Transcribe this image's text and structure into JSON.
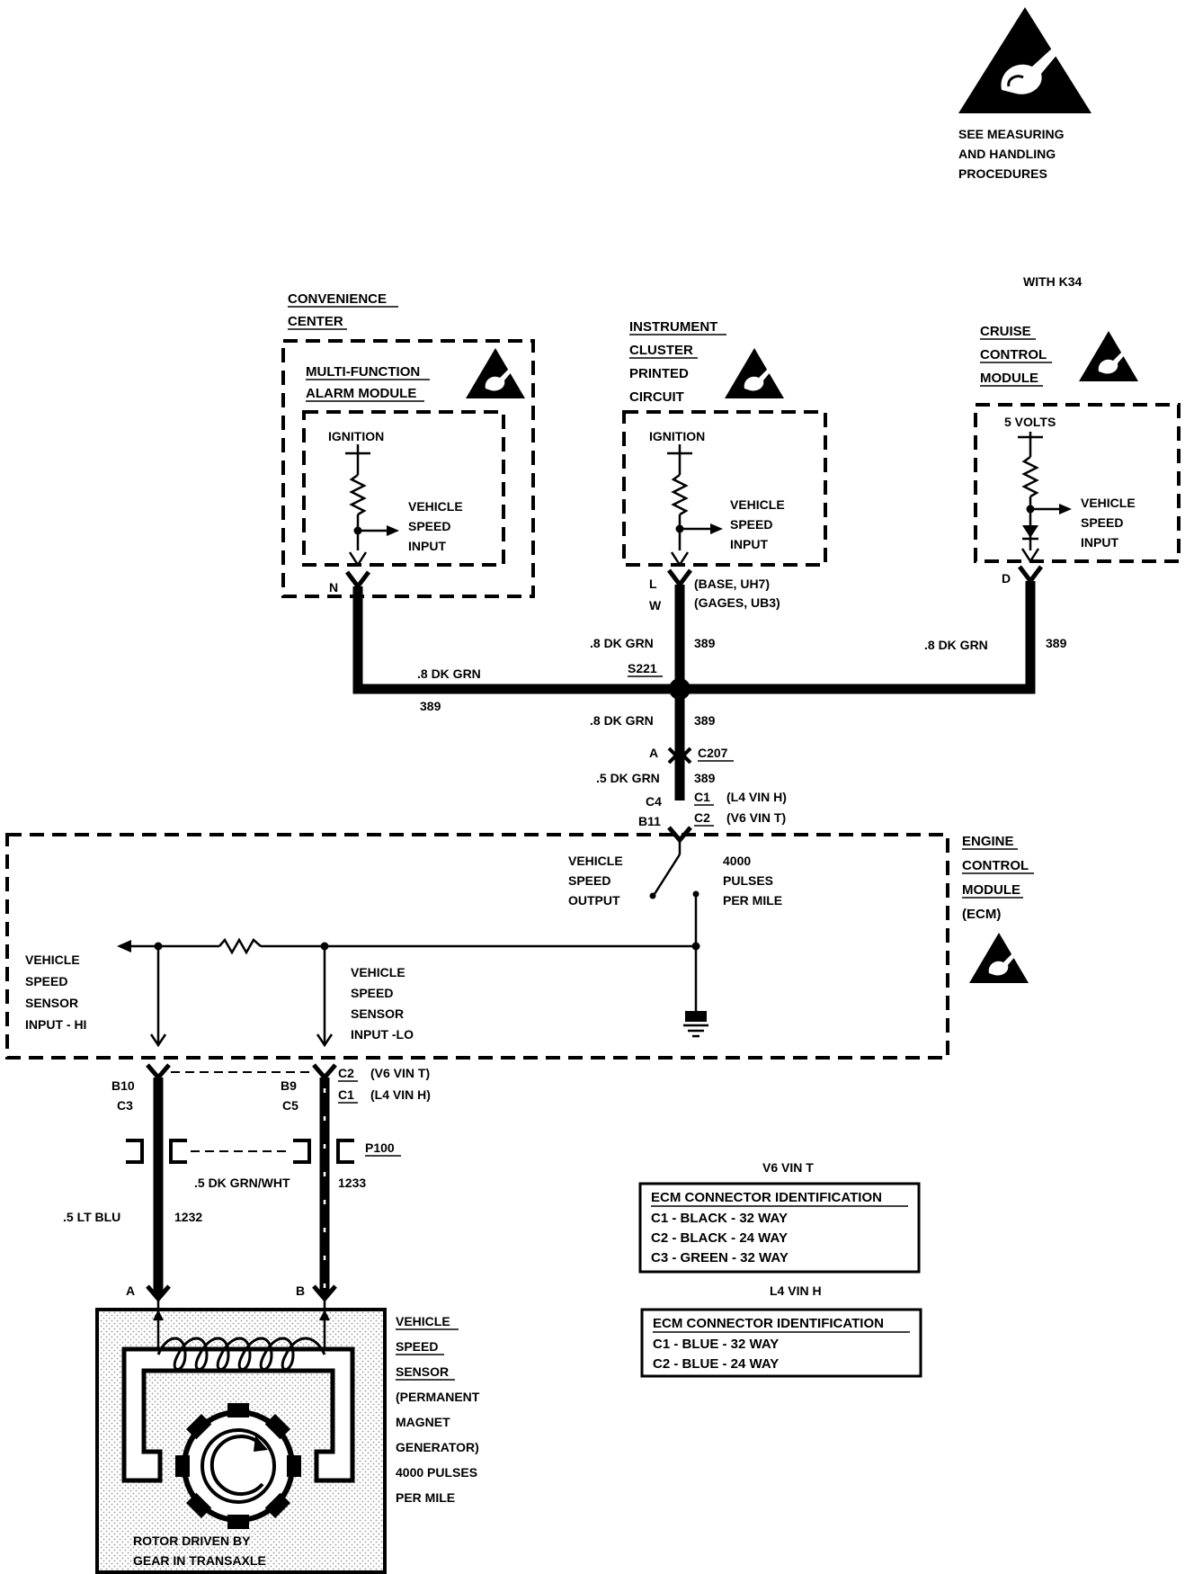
{
  "esd_note": {
    "line1": "SEE MEASURING",
    "line2": "AND HANDLING",
    "line3": "PROCEDURES"
  },
  "with_k34": "WITH K34",
  "convenience_center": {
    "line1": "CONVENIENCE",
    "line2": "CENTER"
  },
  "mfa_module": {
    "line1": "MULTI-FUNCTION",
    "line2": "ALARM MODULE",
    "supply": "IGNITION",
    "input1": "VEHICLE",
    "input2": "SPEED",
    "input3": "INPUT",
    "pin": "N"
  },
  "instrument_cluster": {
    "line1": "INSTRUMENT",
    "line2": "CLUSTER",
    "line3": "PRINTED",
    "line4": "CIRCUIT",
    "supply": "IGNITION",
    "input1": "VEHICLE",
    "input2": "SPEED",
    "input3": "INPUT",
    "pin_l": "L",
    "pin_w": "W",
    "pin_l_note": "(BASE, UH7)",
    "pin_w_note": "(GAGES, UB3)"
  },
  "cruise_module": {
    "line1": "CRUISE",
    "line2": "CONTROL",
    "line3": "MODULE",
    "supply": "5 VOLTS",
    "input1": "VEHICLE",
    "input2": "SPEED",
    "input3": "INPUT",
    "pin": "D"
  },
  "wires": {
    "left_color": ".8 DK GRN",
    "left_circuit": "389",
    "center_upper_color": ".8 DK GRN",
    "center_upper_circuit": "389",
    "right_color": ".8 DK GRN",
    "right_circuit": "389",
    "splice": "S221",
    "center_lower_color": ".8 DK GRN",
    "center_lower_circuit": "389",
    "ecm_feed_color": ".5 DK GRN",
    "ecm_feed_circuit": "389",
    "vss_hi_color": ".5 LT BLU",
    "vss_hi_circuit": "1232",
    "vss_lo_color": ".5 DK GRN/WHT",
    "vss_lo_circuit": "1233"
  },
  "connectors": {
    "c207_pin": "A",
    "c207": "C207",
    "ecm_top_pin_c4": "C4",
    "ecm_top_pin_b11": "B11",
    "c1": "C1",
    "c2": "C2",
    "l4_vin_h": "(L4 VIN  H)",
    "v6_vin_t": "(V6  VIN T)",
    "p100": "P100",
    "b10": "B10",
    "c3": "C3",
    "b9": "B9",
    "c5": "C5",
    "bottom_c2": "C2",
    "bottom_c1": "C1",
    "bottom_v6": "(V6 VIN T)",
    "bottom_l4": "(L4 VIN H)"
  },
  "ecm": {
    "line1": "ENGINE",
    "line2": "CONTROL",
    "line3": "MODULE",
    "line4": "(ECM)",
    "output1": "VEHICLE",
    "output2": "SPEED",
    "output3": "OUTPUT",
    "pulses1": "4000",
    "pulses2": "PULSES",
    "pulses3": "PER MILE",
    "hi1": "VEHICLE",
    "hi2": "SPEED",
    "hi3": "SENSOR",
    "hi4": "INPUT - HI",
    "lo1": "VEHICLE",
    "lo2": "SPEED",
    "lo3": "SENSOR",
    "lo4": "INPUT -LO"
  },
  "vss": {
    "line1": "VEHICLE",
    "line2": "SPEED",
    "line3": "SENSOR",
    "line4": "(PERMANENT",
    "line5": "MAGNET",
    "line6": "GENERATOR)",
    "line7": "4000 PULSES",
    "line8": "PER MILE",
    "rotor1": "ROTOR DRIVEN BY",
    "rotor2": "GEAR IN TRANSAXLE",
    "pin_a": "A",
    "pin_b": "B"
  },
  "table_v6": {
    "caption": "V6 VIN T",
    "header": "ECM CONNECTOR IDENTIFICATION",
    "rows": [
      "C1 - BLACK - 32 WAY",
      "C2 - BLACK - 24 WAY",
      "C3 - GREEN - 32 WAY"
    ]
  },
  "table_l4": {
    "caption": "L4 VIN H",
    "header": "ECM CONNECTOR IDENTIFICATION",
    "rows": [
      "C1 - BLUE - 32 WAY",
      "C2 - BLUE - 24 WAY"
    ]
  }
}
